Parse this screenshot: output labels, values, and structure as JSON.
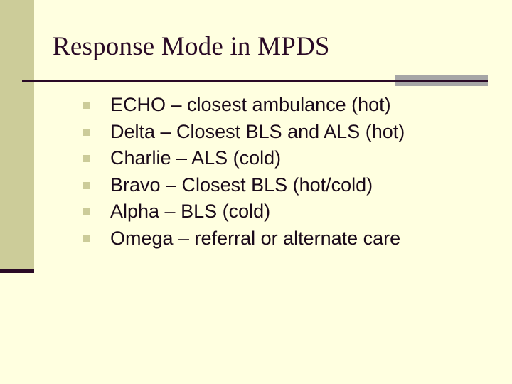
{
  "slide": {
    "title": "Response Mode in MPDS",
    "bullets": [
      {
        "marker": "square-bullet",
        "text": "ECHO – closest ambulance (hot)"
      },
      {
        "marker": "square-bullet",
        "text": "Delta – Closest BLS and ALS (hot)"
      },
      {
        "marker": "square-bullet",
        "text": "Charlie – ALS (cold)"
      },
      {
        "marker": "square-bullet",
        "text": "Bravo – Closest BLS (hot/cold)"
      },
      {
        "marker": "square-bullet",
        "text": "Alpha – BLS (cold)"
      },
      {
        "marker": "square-bullet",
        "text": "Omega – referral or alternate care"
      }
    ]
  },
  "colors": {
    "background": "#FFFFE0",
    "accent_olive": "#CCCC99",
    "title_text": "#2A0A26",
    "body_text": "#1A0A1A",
    "rule": "#2A0A26",
    "accent_gray": "#A6A6A6"
  }
}
